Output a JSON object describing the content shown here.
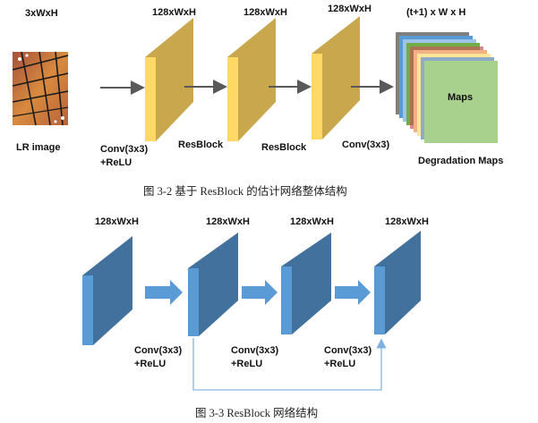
{
  "fig1": {
    "input_dim": "3xWxH",
    "input_label": "LR image",
    "block1_dim": "128xWxH",
    "block2_dim": "128xWxH",
    "block3_dim": "128xWxH",
    "output_dim": "(t+1) x W x H",
    "conv_label_1": "Conv(3x3)",
    "relu_label_1": "+ReLU",
    "resblock_label_1": "ResBlock",
    "resblock_label_2": "ResBlock",
    "conv_label_2": "Conv(3x3)",
    "maps_label": "Maps",
    "degradation_label": "Degradation  Maps",
    "caption": "图 3-2  基于 ResBlock 的估计网络整体结构"
  },
  "fig2": {
    "block1_dim": "128xWxH",
    "block2_dim": "128xWxH",
    "block3_dim": "128xWxH",
    "block4_dim": "128xWxH",
    "conv_label_1": "Conv(3x3)",
    "relu_label_1": "+ReLU",
    "conv_label_2": "Conv(3x3)",
    "relu_label_2": "+ReLU",
    "conv_label_3": "Conv(3x3)",
    "relu_label_3": "+ReLU",
    "caption": "图 3-3 ResBlock 网络结构"
  },
  "colors": {
    "yellow_front": "#ffd966",
    "yellow_side": "#c9a84d",
    "blue_front": "#5b9bd5",
    "blue_side": "#41719c",
    "arrow_gray": "#595959",
    "maps_green": "#a9d18e",
    "skip_line": "#9dc3e6"
  }
}
